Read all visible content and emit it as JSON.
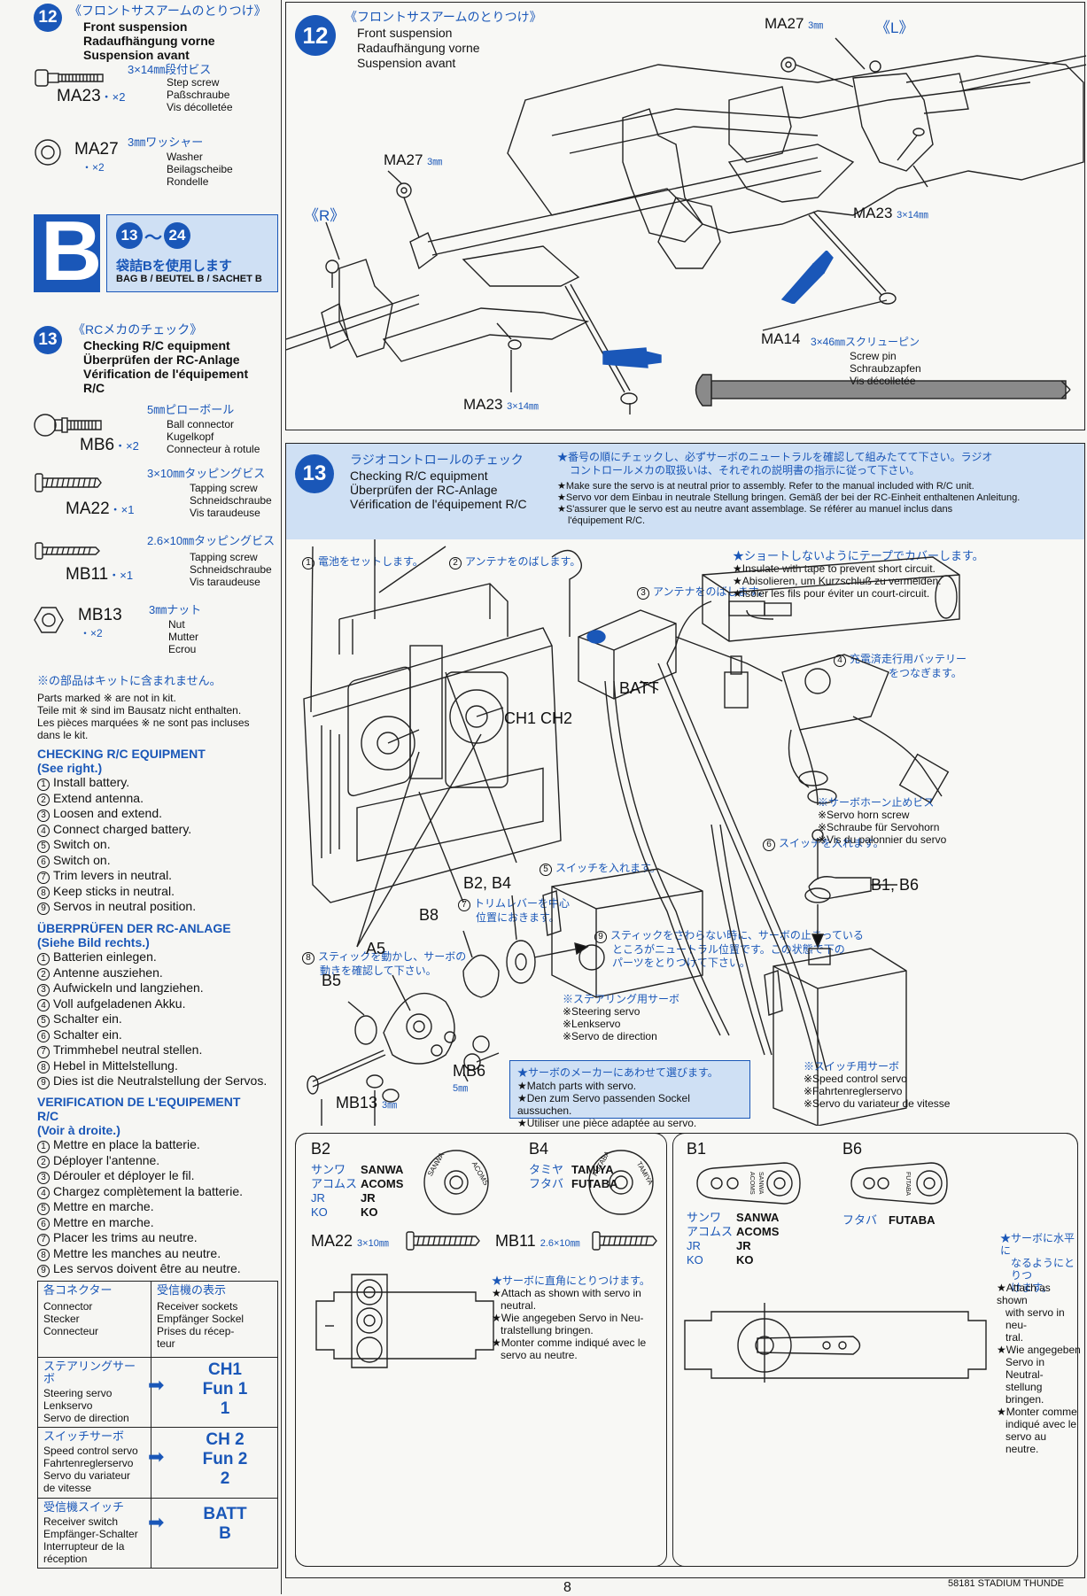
{
  "left": {
    "step12": {
      "num": "12",
      "jp": "《フロントサスアームのとりつけ》",
      "en": "Front suspension",
      "de": "Radaufhängung vorne",
      "fr": "Suspension avant"
    },
    "ma23": {
      "code": "MA23",
      "qty": "・×2",
      "jp": "3×14㎜段付ビス",
      "en": "Step screw",
      "de": "Paßschraube",
      "fr": "Vis décolletée"
    },
    "ma27": {
      "code": "MA27",
      "qty": "・×2",
      "jp": "3㎜ワッシャー",
      "en": "Washer",
      "de": "Beilagscheibe",
      "fr": "Rondelle"
    },
    "bag": {
      "letter": "B",
      "range_from": "13",
      "range_sep": "〜",
      "range_to": "24",
      "jp": "袋詰Bを使用します",
      "sub": "BAG B / BEUTEL B / SACHET B"
    },
    "step13": {
      "num": "13",
      "jp": "《RCメカのチェック》",
      "en": "Checking R/C equipment",
      "de": "Überprüfen der RC-Anlage",
      "fr1": "Vérification de l'équipement",
      "fr2": "R/C"
    },
    "mb6": {
      "code": "MB6",
      "qty": "・×2",
      "jp": "5㎜ピローボール",
      "en": "Ball connector",
      "de": "Kugelkopf",
      "fr": "Connecteur à rotule"
    },
    "ma22": {
      "code": "MA22",
      "qty": "・×1",
      "jp": "3×10㎜タッピングビス",
      "en": "Tapping screw",
      "de": "Schneidschraube",
      "fr": "Vis taraudeuse"
    },
    "mb11": {
      "code": "MB11",
      "qty": "・×1",
      "jp": "2.6×10㎜タッピングビス",
      "en": "Tapping screw",
      "de": "Schneidschraube",
      "fr": "Vis taraudeuse"
    },
    "mb13": {
      "code": "MB13",
      "qty": "・×2",
      "jp": "3㎜ナット",
      "en": "Nut",
      "de": "Mutter",
      "fr": "Ecrou"
    },
    "notkit": {
      "jp": "※の部品はキットに含まれません。",
      "en": "Parts marked ※ are not in kit.",
      "de": "Teile mit ※ sind im Bausatz nicht enthalten.",
      "fr1": "Les pièces marquées ※ ne sont pas incluses",
      "fr2": "dans le kit."
    },
    "check_en": {
      "title": "CHECKING R/C EQUIPMENT",
      "sub": "(See right.)",
      "steps": [
        "Install battery.",
        "Extend antenna.",
        "Loosen and extend.",
        "Connect charged battery.",
        "Switch on.",
        "Switch on.",
        "Trim levers in neutral.",
        "Keep sticks in neutral.",
        "Servos in neutral position."
      ]
    },
    "check_de": {
      "title": "ÜBERPRÜFEN DER RC-ANLAGE",
      "sub": "(Siehe Bild rechts.)",
      "steps": [
        "Batterien einlegen.",
        "Antenne ausziehen.",
        "Aufwickeln und langziehen.",
        "Voll aufgeladenen Akku.",
        "Schalter ein.",
        "Schalter ein.",
        "Trimmhebel neutral stellen.",
        "Hebel in Mittelstellung.",
        "Dies ist die Neutralstellung der Servos."
      ]
    },
    "check_fr": {
      "title1": "VERIFICATION DE L'EQUIPEMENT",
      "title2": "R/C",
      "sub": "(Voir à droite.)",
      "steps": [
        "Mettre en place la batterie.",
        "Déployer l'antenne.",
        "Dérouler et déployer le fil.",
        "Chargez complètement la batterie.",
        "Mettre en marche.",
        "Mettre en marche.",
        "Placer les trims au neutre.",
        "Mettre les manches au neutre.",
        "Les servos doivent être au neutre."
      ]
    },
    "table": {
      "h1_jp": "各コネクター",
      "h1_en": "Connector",
      "h1_de": "Stecker",
      "h1_fr": "Connecteur",
      "h2_jp": "受信機の表示",
      "h2_en": "Receiver sockets",
      "h2_de": "Empfänger Sockel",
      "h2_fr1": "Prises du récep-",
      "h2_fr2": "teur",
      "rows": [
        {
          "jp": "ステアリングサーボ",
          "en": "Steering servo",
          "de": "Lenkservo",
          "fr": "Servo de direction",
          "fr2": "",
          "v1": "CH1",
          "v2": "Fun 1",
          "v3": "1"
        },
        {
          "jp": "スイッチサーボ",
          "en": "Speed control servo",
          "de": "Fahrtenreglerservo",
          "fr": "Servo du variateur",
          "fr2": "de vitesse",
          "v1": "CH 2",
          "v2": "Fun 2",
          "v3": "2"
        },
        {
          "jp": "受信機スイッチ",
          "en": "Receiver switch",
          "de": "Empfänger-Schalter",
          "fr": "Interrupteur de la",
          "fr2": "réception",
          "v1": "BATT",
          "v2": "B",
          "v3": ""
        }
      ]
    }
  },
  "panel12": {
    "num": "12",
    "jp": "《フロントサスアームのとりつけ》",
    "en": "Front suspension",
    "de": "Radaufhängung vorne",
    "fr": "Suspension avant",
    "labels": {
      "ma27_top": "MA27",
      "ma27_top_size": "3㎜",
      "L": "《L》",
      "ma27_mid": "MA27",
      "ma27_mid_size": "3㎜",
      "R": "《R》",
      "ma23_right": "MA23",
      "ma23_right_size": "3×14㎜",
      "ma14": "MA14",
      "ma14_jp": "3×46㎜スクリューピン",
      "ma14_en": "Screw pin",
      "ma14_de": "Schraubzapfen",
      "ma14_fr": "Vis décolletée",
      "ma23_bottom": "MA23",
      "ma23_bottom_size": "3×14㎜"
    }
  },
  "panel13": {
    "num": "13",
    "jp": "ラジオコントロールのチェック",
    "en": "Checking R/C equipment",
    "de": "Überprüfen der RC-Anlage",
    "fr": "Vérification de l'équipement R/C",
    "note_jp1": "★番号の順にチェックし、必ずサーボのニュートラルを確認して組みたてて下さい。ラジオ",
    "note_jp2": "コントロールメカの取扱いは、それぞれの説明書の指示に従って下さい。",
    "note_en": "★Make sure the servo is at neutral prior to assembly. Refer to the manual included with R/C unit.",
    "note_de": "★Servo vor dem Einbau in neutrale Stellung bringen. Gemäß der bei der RC-Einheit enthaltenen Anleitung.",
    "note_fr1": "★S'assurer que le servo est au neutre avant assemblage. Se référer au manuel inclus dans",
    "note_fr2": "l'équipement R/C.",
    "callouts": {
      "c1": "電池をセットします。",
      "c2": "アンテナをのばします。",
      "c3": "アンテナをのばします。",
      "c4a": "充電済走行用バッテリー",
      "c4b": "をつなぎます。",
      "c5": "スイッチを入れます。",
      "c6": "スイッチを入れます。",
      "c7a": "トリムレバーを中心",
      "c7b": "位置におきます。",
      "c8a": "スティックを動かし、サーボの",
      "c8b": "動きを確認して下さい。",
      "c9a": "スティックをさわらない時に、サーボの止まっている",
      "c9b": "ところがニュートラル位置です。この状態で下の",
      "c9c": "パーツをとりつけて下さい。"
    },
    "short": {
      "jp": "★ショートしないようにテープでカバーします。",
      "en": "★Insulate with tape to prevent short circuit.",
      "de": "★Abisolieren, um Kurzschluß zu vermeiden.",
      "fr": "★Isoler les fils pour éviter un court-circuit."
    },
    "batt": "BATT",
    "ch1": "CH1",
    "ch2": "CH2",
    "horn": {
      "jp": "※サーボホーン止めビス",
      "en": "※Servo horn screw",
      "de": "※Schraube für Servohorn",
      "fr": "※Vis du palonnier du servo"
    },
    "b1b6": "B1, B6",
    "b2b4": "B2, B4",
    "b8": "B8",
    "a5": "A5",
    "b5": "B5",
    "mb6": "MB6",
    "mb6_size": "5㎜",
    "mb13": "MB13",
    "mb13_size": "3㎜",
    "steer": {
      "jp": "※ステアリング用サーボ",
      "en": "※Steering servo",
      "de": "※Lenkservo",
      "fr": "※Servo de direction"
    },
    "speed": {
      "jp": "※スイッチ用サーボ",
      "en": "※Speed control servo",
      "de": "※Fahrtenreglerservo",
      "fr": "※Servo du variateur de vitesse"
    },
    "match": {
      "jp": "★サーボのメーカーにあわせて選びます。",
      "en": "★Match parts with servo.",
      "de": "★Den zum Servo passenden Sockel aussuchen.",
      "fr": "★Utiliser une pièce adaptée au servo."
    },
    "b2": {
      "code": "B2",
      "makers_jp": [
        "サンワ",
        "アコムス",
        "JR",
        "KO"
      ],
      "makers": [
        "SANWA",
        "ACOMS",
        "JR",
        "KO"
      ]
    },
    "b4": {
      "code": "B4",
      "makers_jp": [
        "タミヤ",
        "フタバ"
      ],
      "makers": [
        "TAMIYA",
        "FUTABA"
      ]
    },
    "b1": {
      "code": "B1",
      "makers_jp": [
        "サンワ",
        "アコムス",
        "JR",
        "KO"
      ],
      "makers": [
        "SANWA",
        "ACOMS",
        "JR",
        "KO"
      ]
    },
    "b6": {
      "code": "B6",
      "makers_jp": [
        "フタバ"
      ],
      "makers": [
        "FUTABA"
      ]
    },
    "ma22": "MA22",
    "ma22_size": "3×10㎜",
    "mb11": "MB11",
    "mb11_size": "2.6×10㎜",
    "right_angle": {
      "jp": "★サーボに直角にとりつけます。",
      "en1": "★Attach as shown with servo in",
      "en2": "neutral.",
      "de1": "★Wie angegeben Servo in Neu-",
      "de2": "tralstellung bringen.",
      "fr1": "★Monter comme indiqué avec le",
      "fr2": "servo au neutre."
    },
    "horizontal": {
      "jp1": "★サーボに水平に",
      "jp2": "なるようにとりつ",
      "jp3": "けます。",
      "en1": "★Attach as shown",
      "en2": "with servo in neu-",
      "en3": "tral.",
      "de1": "★Wie angegeben",
      "de2": "Servo in Neutral-",
      "de3": "stellung bringen.",
      "fr1": "★Monter comme",
      "fr2": "indiqué avec le",
      "fr3": "servo au neutre."
    }
  },
  "footer": {
    "page": "8",
    "model": "58181 STADIUM THUNDE"
  }
}
